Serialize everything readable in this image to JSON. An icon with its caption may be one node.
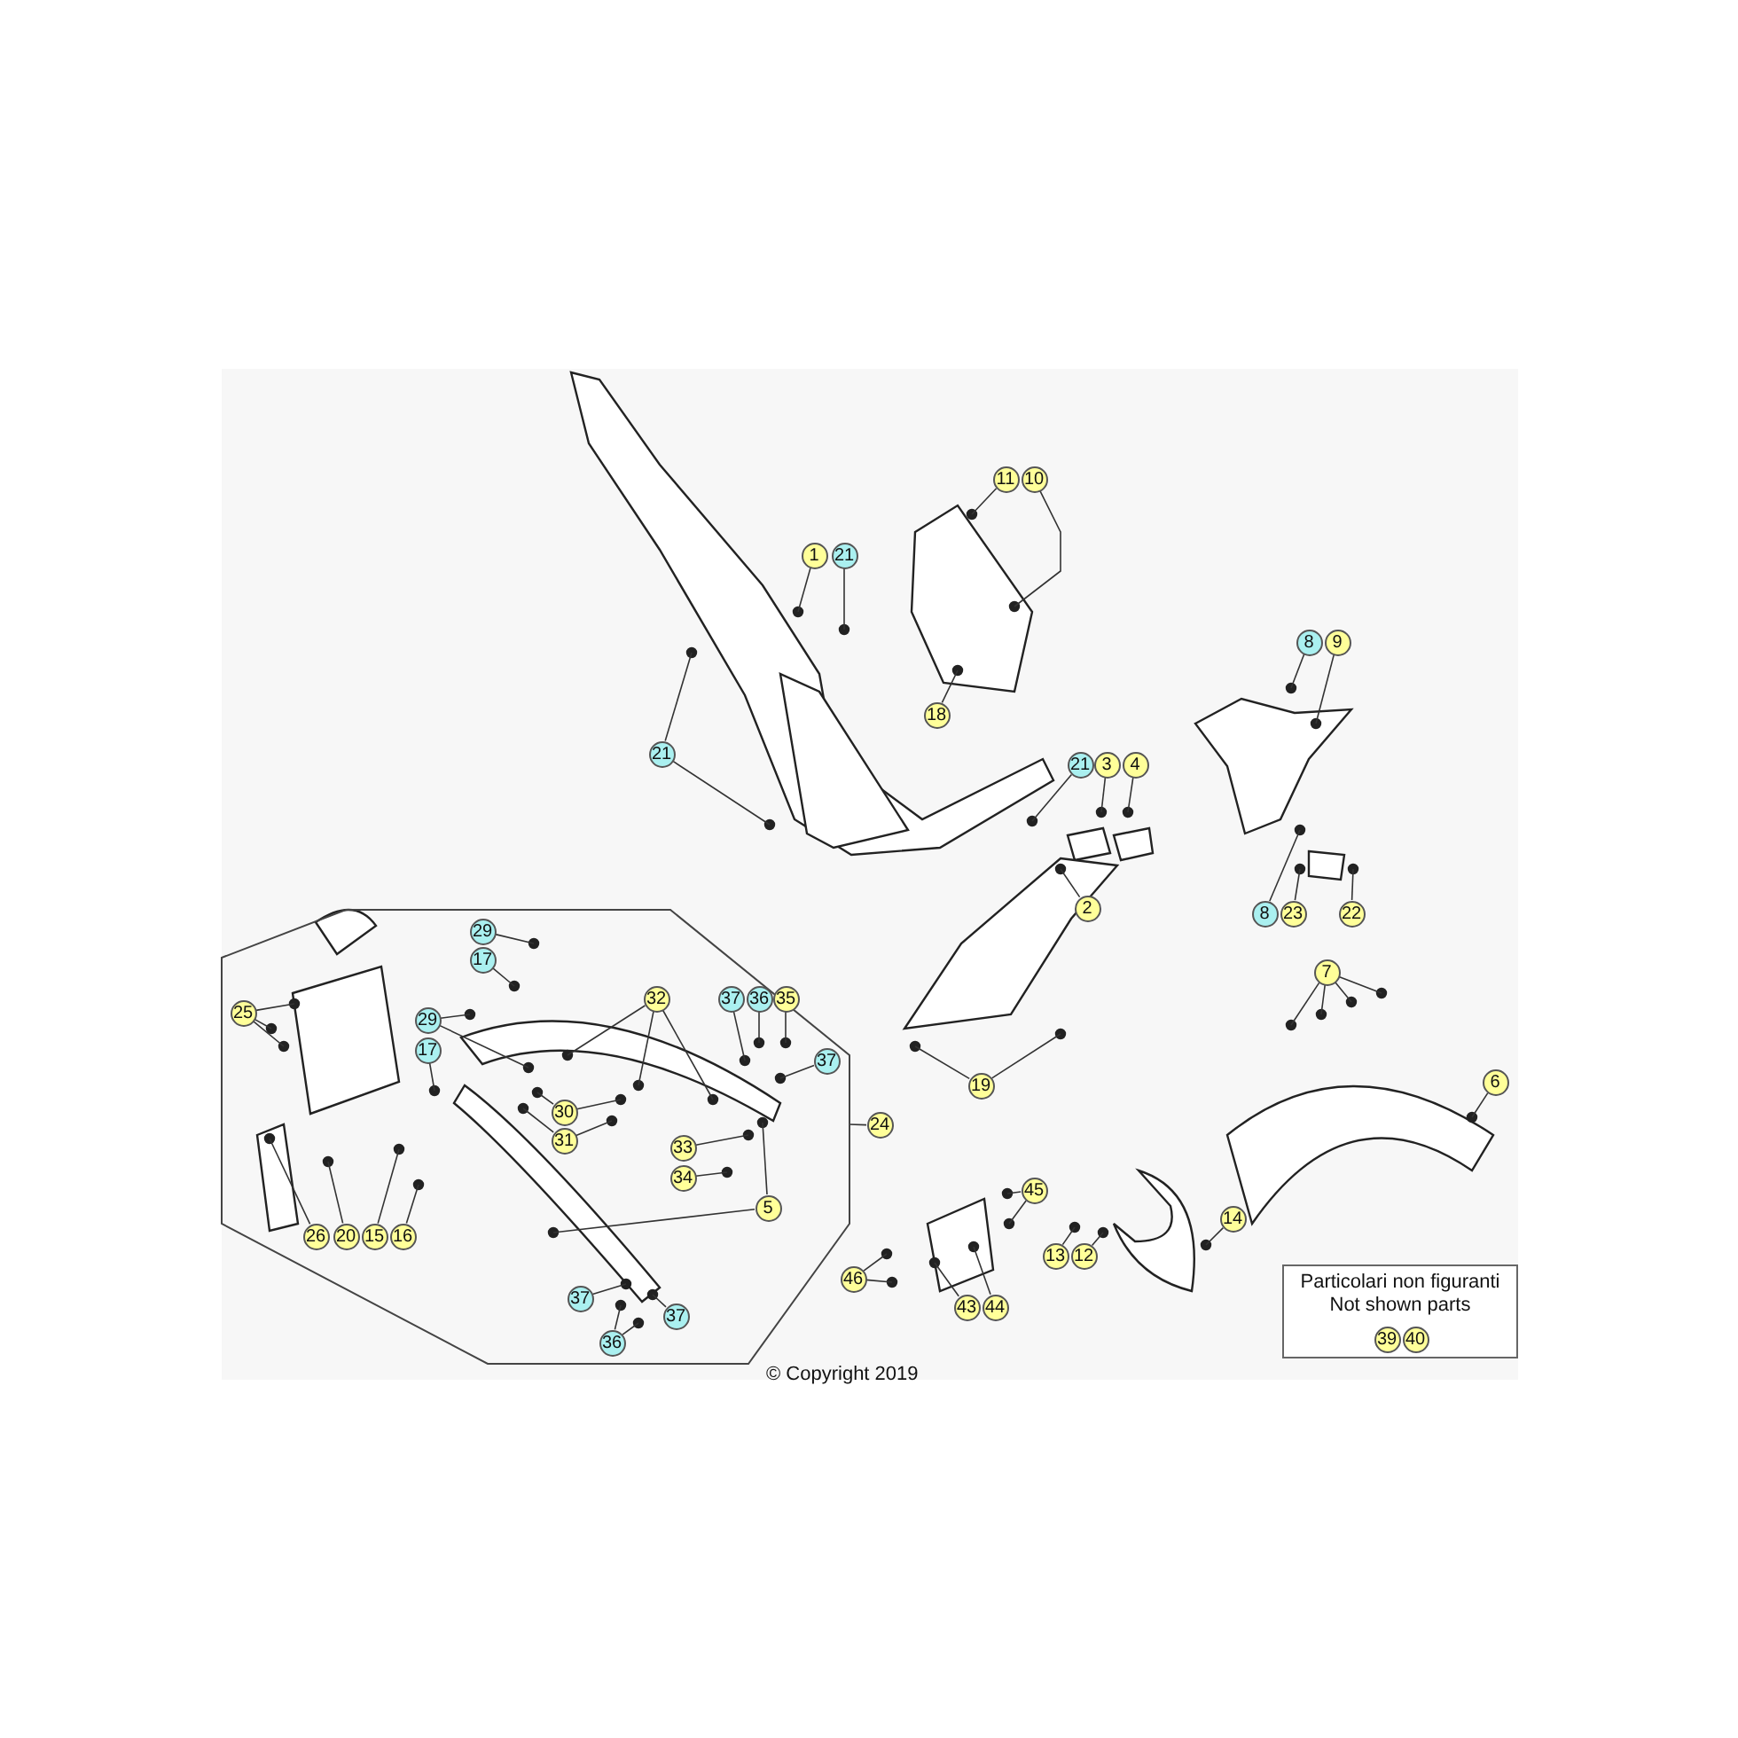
{
  "diagram": {
    "nodes": [
      {
        "text": [
          "11"
        ]
      },
      {
        "text": [
          "10"
        ]
      },
      {
        "text": [
          "1"
        ]
      },
      {
        "text": [
          "21"
        ]
      },
      {
        "text": [
          "21"
        ]
      },
      {
        "text": [
          "18"
        ]
      },
      {
        "text": [
          "21"
        ]
      },
      {
        "text": [
          "3"
        ]
      },
      {
        "text": [
          "4"
        ]
      },
      {
        "text": [
          "2"
        ]
      },
      {
        "text": [
          "8"
        ]
      },
      {
        "text": [
          "9"
        ]
      },
      {
        "text": [
          "8"
        ]
      },
      {
        "text": [
          "23"
        ]
      },
      {
        "text": [
          "22"
        ]
      },
      {
        "text": [
          "7"
        ]
      },
      {
        "text": [
          "6"
        ]
      },
      {
        "text": [
          "19"
        ]
      },
      {
        "text": [
          "24"
        ]
      },
      {
        "text": [],
        "shape": "octagon"
      },
      {
        "text": [
          "29"
        ],
        "in": 19
      },
      {
        "text": [
          "17"
        ],
        "in": 19
      },
      {
        "text": [
          "25"
        ],
        "in": 19
      },
      {
        "text": [
          "29"
        ],
        "in": 19
      },
      {
        "text": [
          "17"
        ],
        "in": 19
      },
      {
        "text": [
          "32"
        ],
        "in": 19
      },
      {
        "text": [
          "37"
        ],
        "in": 19
      },
      {
        "text": [
          "36"
        ],
        "in": 19
      },
      {
        "text": [
          "35"
        ],
        "in": 19
      },
      {
        "text": [
          "37"
        ],
        "in": 19
      },
      {
        "text": [
          "30"
        ],
        "in": 19
      },
      {
        "text": [
          "31"
        ],
        "in": 19
      },
      {
        "text": [
          "33"
        ],
        "in": 19
      },
      {
        "text": [
          "34"
        ],
        "in": 19
      },
      {
        "text": [
          "5"
        ],
        "in": 19
      },
      {
        "text": [
          "26"
        ],
        "in": 19
      },
      {
        "text": [
          "20"
        ],
        "in": 19
      },
      {
        "text": [
          "15"
        ],
        "in": 19
      },
      {
        "text": [
          "16"
        ],
        "in": 19
      },
      {
        "text": [
          "37"
        ],
        "in": 19
      },
      {
        "text": [
          "37"
        ],
        "in": 19
      },
      {
        "text": [
          "36"
        ],
        "in": 19
      },
      {
        "text": [
          "14"
        ]
      },
      {
        "text": [
          "45"
        ]
      },
      {
        "text": [
          "13"
        ]
      },
      {
        "text": [
          "12"
        ]
      },
      {
        "text": [
          "46"
        ]
      },
      {
        "text": [
          "43"
        ]
      },
      {
        "text": [
          "44"
        ]
      },
      {
        "text": [
          "Particolari non figuranti",
          "Not shown parts"
        ]
      },
      {
        "text": [
          "39"
        ],
        "in": 49
      },
      {
        "text": [
          "40"
        ],
        "in": 49
      }
    ],
    "edges": [
      {
        "from": 0,
        "to": null,
        "arrow": "none"
      },
      {
        "from": 1,
        "to": null,
        "arrow": "none"
      },
      {
        "from": 2,
        "to": null,
        "arrow": "none"
      },
      {
        "from": 3,
        "to": null,
        "arrow": "none"
      },
      {
        "from": 4,
        "to": null,
        "arrow": "none"
      },
      {
        "from": 4,
        "to": null,
        "arrow": "none"
      },
      {
        "from": 5,
        "to": null,
        "arrow": "none"
      },
      {
        "from": 6,
        "to": null,
        "arrow": "none"
      },
      {
        "from": 7,
        "to": null,
        "arrow": "none"
      },
      {
        "from": 8,
        "to": null,
        "arrow": "none"
      },
      {
        "from": 9,
        "to": null,
        "arrow": "none"
      },
      {
        "from": 10,
        "to": null,
        "arrow": "none"
      },
      {
        "from": 11,
        "to": null,
        "arrow": "none"
      },
      {
        "from": 12,
        "to": null,
        "arrow": "none"
      },
      {
        "from": 13,
        "to": null,
        "arrow": "none"
      },
      {
        "from": 14,
        "to": null,
        "arrow": "none"
      },
      {
        "from": 15,
        "to": null,
        "arrow": "none"
      },
      {
        "from": 15,
        "to": null,
        "arrow": "none"
      },
      {
        "from": 15,
        "to": null,
        "arrow": "none"
      },
      {
        "from": 15,
        "to": null,
        "arrow": "none"
      },
      {
        "from": 16,
        "to": null,
        "arrow": "none"
      },
      {
        "from": 17,
        "to": null,
        "arrow": "none"
      },
      {
        "from": 17,
        "to": null,
        "arrow": "none"
      },
      {
        "from": 18,
        "to": 19,
        "arrow": "none"
      },
      {
        "from": 20,
        "to": null,
        "arrow": "none"
      },
      {
        "from": 21,
        "to": null,
        "arrow": "none"
      },
      {
        "from": 22,
        "to": null,
        "arrow": "none"
      },
      {
        "from": 22,
        "to": null,
        "arrow": "none"
      },
      {
        "from": 22,
        "to": null,
        "arrow": "none"
      },
      {
        "from": 23,
        "to": null,
        "arrow": "none"
      },
      {
        "from": 23,
        "to": null,
        "arrow": "none"
      },
      {
        "from": 24,
        "to": null,
        "arrow": "none"
      },
      {
        "from": 25,
        "to": null,
        "arrow": "none"
      },
      {
        "from": 25,
        "to": null,
        "arrow": "none"
      },
      {
        "from": 25,
        "to": null,
        "arrow": "none"
      },
      {
        "from": 26,
        "to": null,
        "arrow": "none"
      },
      {
        "from": 27,
        "to": null,
        "arrow": "none"
      },
      {
        "from": 28,
        "to": null,
        "arrow": "none"
      },
      {
        "from": 29,
        "to": null,
        "arrow": "none"
      },
      {
        "from": 30,
        "to": null,
        "arrow": "none"
      },
      {
        "from": 30,
        "to": null,
        "arrow": "none"
      },
      {
        "from": 31,
        "to": null,
        "arrow": "none"
      },
      {
        "from": 31,
        "to": null,
        "arrow": "none"
      },
      {
        "from": 32,
        "to": null,
        "arrow": "none"
      },
      {
        "from": 33,
        "to": null,
        "arrow": "none"
      },
      {
        "from": 34,
        "to": null,
        "arrow": "none"
      },
      {
        "from": 34,
        "to": null,
        "arrow": "none"
      },
      {
        "from": 35,
        "to": null,
        "arrow": "none"
      },
      {
        "from": 36,
        "to": null,
        "arrow": "none"
      },
      {
        "from": 37,
        "to": null,
        "arrow": "none"
      },
      {
        "from": 38,
        "to": null,
        "arrow": "none"
      },
      {
        "from": 39,
        "to": null,
        "arrow": "none"
      },
      {
        "from": 40,
        "to": null,
        "arrow": "none"
      },
      {
        "from": 41,
        "to": null,
        "arrow": "none"
      },
      {
        "from": 41,
        "to": null,
        "arrow": "none"
      },
      {
        "from": 42,
        "to": null,
        "arrow": "none"
      },
      {
        "from": 43,
        "to": null,
        "arrow": "none"
      },
      {
        "from": 43,
        "to": null,
        "arrow": "none"
      },
      {
        "from": 44,
        "to": null,
        "arrow": "none"
      },
      {
        "from": 45,
        "to": null,
        "arrow": "none"
      },
      {
        "from": 46,
        "to": null,
        "arrow": "none"
      },
      {
        "from": 46,
        "to": null,
        "arrow": "none"
      },
      {
        "from": 47,
        "to": null,
        "arrow": "none"
      },
      {
        "from": 48,
        "to": null,
        "arrow": "none"
      }
    ],
    "labels": [
      "© Copyright 2019"
    ]
  }
}
